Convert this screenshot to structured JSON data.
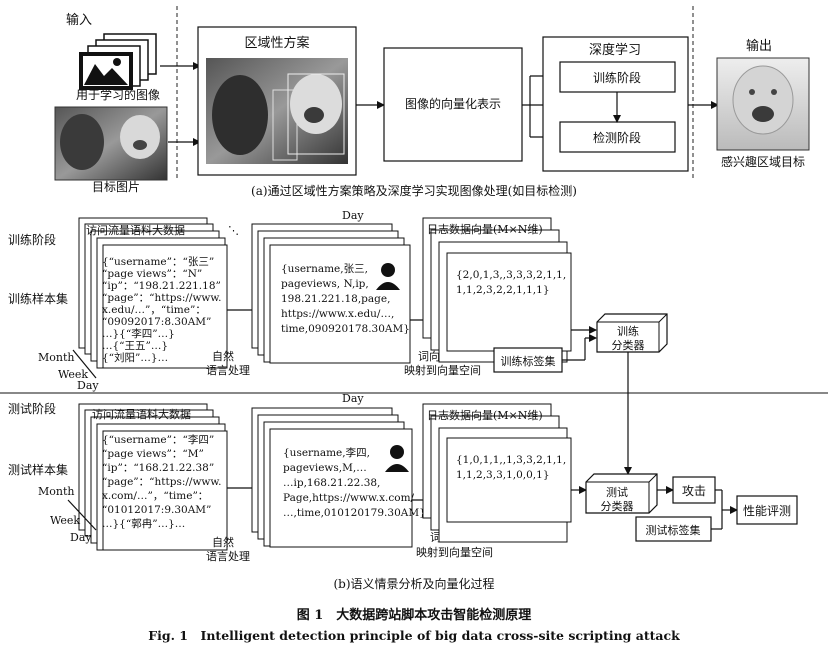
{
  "part_a": {
    "input_label": "输入",
    "learning_images_label": "用于学习的图像",
    "target_image_label": "目标图片",
    "regional_scheme_title": "区域性方案",
    "vector_box_label": "图像的向量化表示",
    "deep_learning_title": "深度学习",
    "training_stage": "训练阶段",
    "detection_stage": "检测阶段",
    "output_label": "输出",
    "roi_label": "感兴趣区域目标",
    "caption": "(a)通过区域性方案策略及深度学习实现图像处理(如目标检测)"
  },
  "part_b": {
    "train_stage_label": "训练阶段",
    "train_sample_label": "训练样本集",
    "test_stage_label": "测试阶段",
    "test_sample_label": "测试样本集",
    "corpus_title_train": "访问流量语料大数据",
    "corpus_title_test": "访问流量语料大数据",
    "month": "Month",
    "week": "Week",
    "day": "Day",
    "day_top": "Day",
    "train_corpus_lines": [
      "{“username”：“张三”",
      "“page views”：“N”",
      "“ip”：“198.21.221.18”",
      "“page”：“https://www.",
      "x.edu/…”，“time”：",
      "“09092017:8.30AM”",
      "…}{“李四”…}",
      "…{“王五”…}",
      "{“刘阳”…}…"
    ],
    "test_corpus_lines": [
      "{“username”：“李四”",
      "“page views”：“M”",
      "“ip”：“168.21.22.38”",
      "“page”：“https://www.",
      "x.com/…”，“time”：",
      "“01012017:9.30AM”",
      "…}{“郭冉”…}…"
    ],
    "nlp_label_line1": "自然",
    "nlp_label_line2": "语言处理",
    "train_doc_lines": [
      "{username,张三,",
      "pageviews, N,ip,",
      "198.21.221.18,page,",
      "https://www.x.edu/…,",
      "time,090920178.30AM}"
    ],
    "test_doc_lines": [
      "{username,李四,",
      "pageviews,M,…",
      "…ip,168.21.22.38,",
      "Page,https://www.x.com/",
      "…,time,010120179.30AM}"
    ],
    "vec_line1": "词向量化,",
    "vec_line2": "映射到向量空间",
    "log_vector_title": "日志数据向量(M×N维)",
    "train_vector_lines": [
      "{2,0,1,3,,3,3,3,2,1,1,",
      "1,1,2,3,2,2,1,1,1}"
    ],
    "test_vector_lines": [
      "{1,0,1,1,,1,3,3,2,1,1,",
      "1,1,2,3,3,1,0,0,1}"
    ],
    "train_label_set": "训练标签集",
    "test_label_set": "测试标签集",
    "train_classifier_line1": "训练",
    "train_classifier_line2": "分类器",
    "test_classifier_line1": "测试",
    "test_classifier_line2": "分类器",
    "attack_label": "攻击",
    "eval_label": "性能评测",
    "caption": "(b)语义情景分析及向量化过程"
  },
  "figure": {
    "caption_cn": "图 1　大数据跨站脚本攻击智能检测原理",
    "caption_en": "Fig. 1　Intelligent detection principle of big data cross-site scripting attack"
  },
  "colors": {
    "line": "#111111",
    "background": "#ffffff"
  }
}
